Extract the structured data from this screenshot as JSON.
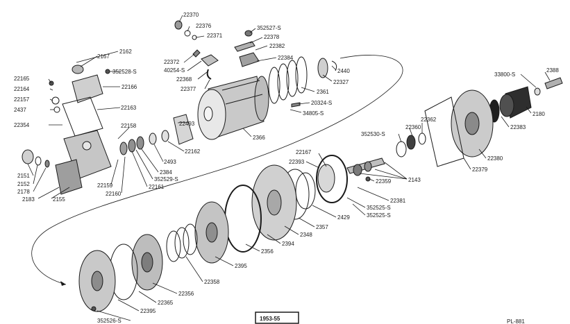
{
  "figure": {
    "year_badge": "1953-55",
    "plate_id": "PL-881"
  },
  "parts": [
    {
      "label": "22370"
    },
    {
      "label": "22376"
    },
    {
      "label": "22371"
    },
    {
      "label": "22372"
    },
    {
      "label": "40254-S"
    },
    {
      "label": "22368"
    },
    {
      "label": "22377"
    },
    {
      "label": "352527-S"
    },
    {
      "label": "22378"
    },
    {
      "label": "22382"
    },
    {
      "label": "22384"
    },
    {
      "label": "2440"
    },
    {
      "label": "22327"
    },
    {
      "label": "2361"
    },
    {
      "label": "20324-S"
    },
    {
      "label": "34805-S"
    },
    {
      "label": "2162"
    },
    {
      "label": "2167"
    },
    {
      "label": "352528-S"
    },
    {
      "label": "22166"
    },
    {
      "label": "22165"
    },
    {
      "label": "22164"
    },
    {
      "label": "22157"
    },
    {
      "label": "2437"
    },
    {
      "label": "22163"
    },
    {
      "label": "22354"
    },
    {
      "label": "22158"
    },
    {
      "label": "22493"
    },
    {
      "label": "2366"
    },
    {
      "label": "22162"
    },
    {
      "label": "2493"
    },
    {
      "label": "2384"
    },
    {
      "label": "352529-S"
    },
    {
      "label": "22161"
    },
    {
      "label": "22159"
    },
    {
      "label": "22160"
    },
    {
      "label": "2151"
    },
    {
      "label": "2152"
    },
    {
      "label": "2178"
    },
    {
      "label": "2183"
    },
    {
      "label": "2155"
    },
    {
      "label": "33800-S"
    },
    {
      "label": "2388"
    },
    {
      "label": "2180"
    },
    {
      "label": "22383"
    },
    {
      "label": "22362"
    },
    {
      "label": "22360"
    },
    {
      "label": "352530-S"
    },
    {
      "label": "22380"
    },
    {
      "label": "22379"
    },
    {
      "label": "22167"
    },
    {
      "label": "22393"
    },
    {
      "label": "22359"
    },
    {
      "label": "2143"
    },
    {
      "label": "22381"
    },
    {
      "label": "352525-S"
    },
    {
      "label": "352525-S"
    },
    {
      "label": "2429"
    },
    {
      "label": "2357"
    },
    {
      "label": "2348"
    },
    {
      "label": "2394"
    },
    {
      "label": "2356"
    },
    {
      "label": "2395"
    },
    {
      "label": "22358"
    },
    {
      "label": "22356"
    },
    {
      "label": "22365"
    },
    {
      "label": "22395"
    },
    {
      "label": "352526-S"
    }
  ]
}
